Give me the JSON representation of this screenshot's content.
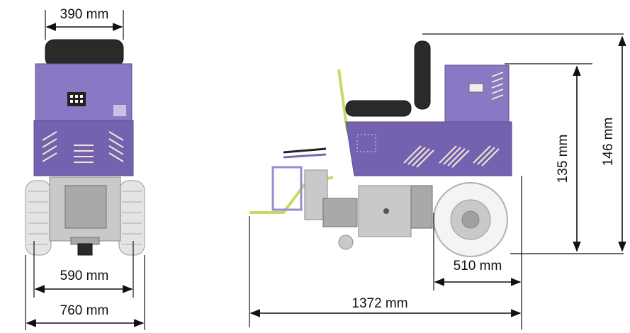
{
  "dimensions": {
    "front_top_width": "390 mm",
    "front_track_width": "590 mm",
    "front_overall_width": "760 mm",
    "side_wheel_offset": "510 mm",
    "side_overall_length": "1372 mm",
    "side_body_height": "135 mm",
    "side_overall_height": "146 mm"
  },
  "colors": {
    "body": "#8b78c4",
    "seat": "#2a2a2a",
    "accent": "#c8d86a",
    "lines": "#111111"
  }
}
